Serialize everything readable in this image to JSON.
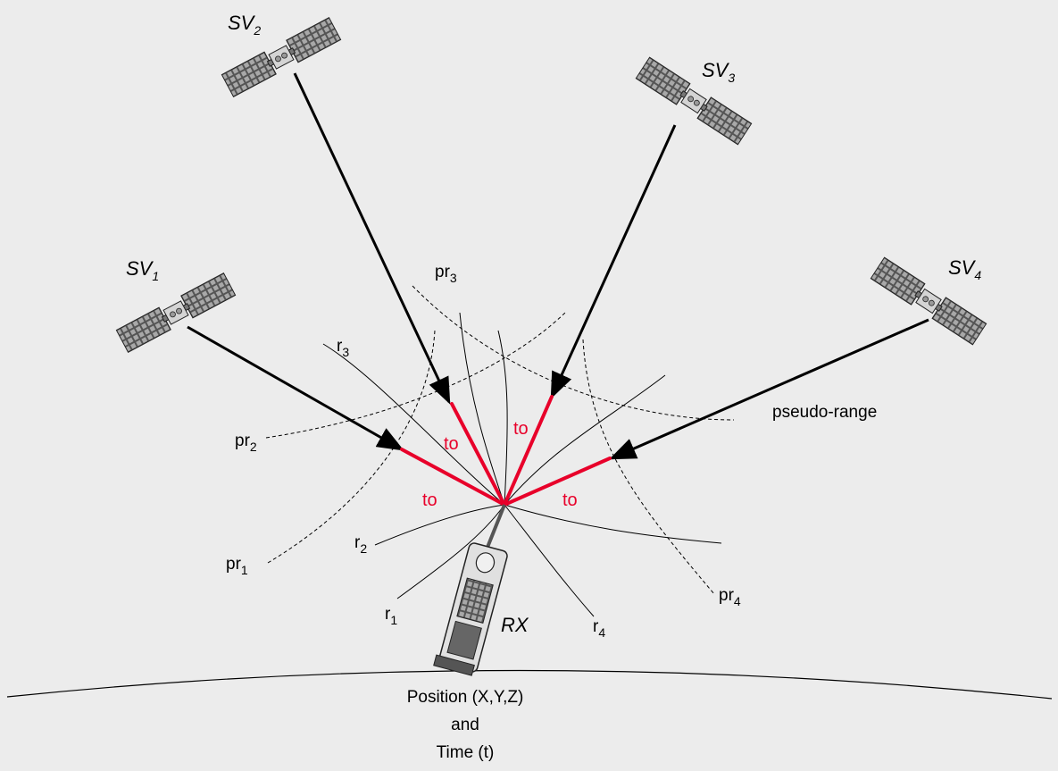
{
  "satellites": [
    {
      "base": "SV",
      "sub": "1"
    },
    {
      "base": "SV",
      "sub": "2"
    },
    {
      "base": "SV",
      "sub": "3"
    },
    {
      "base": "SV",
      "sub": "4"
    }
  ],
  "pseudo_ranges": [
    {
      "base": "pr",
      "sub": "1"
    },
    {
      "base": "pr",
      "sub": "2"
    },
    {
      "base": "pr",
      "sub": "3"
    },
    {
      "base": "pr",
      "sub": "4"
    }
  ],
  "ranges": [
    {
      "base": "r",
      "sub": "1"
    },
    {
      "base": "r",
      "sub": "2"
    },
    {
      "base": "r",
      "sub": "3"
    },
    {
      "base": "r",
      "sub": "4"
    }
  ],
  "offset_label": "to",
  "pseudo_range_label": "pseudo-range",
  "receiver_label": "RX",
  "footer": {
    "line1": "Position (X,Y,Z)",
    "line2": "and",
    "line3": "Time (t)"
  },
  "colors": {
    "background": "#ececec",
    "offset": "#e8002a",
    "ink": "#000000",
    "panel": "#555555"
  }
}
